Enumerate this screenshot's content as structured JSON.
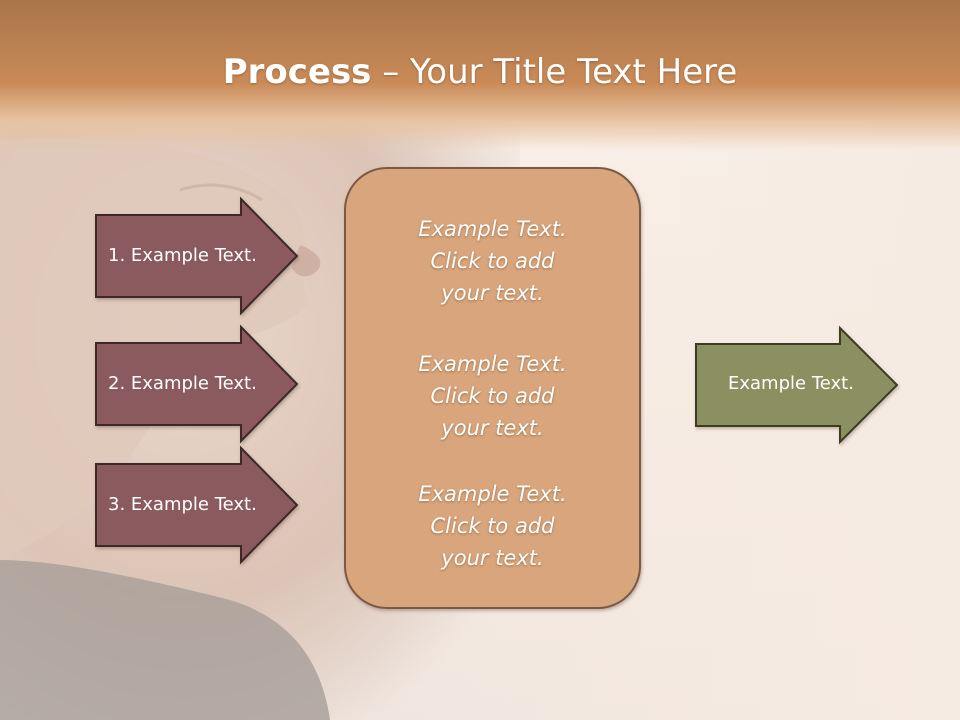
{
  "slide": {
    "title_bold": "Process",
    "title_rest": " – Your Title Text Here",
    "colors": {
      "header": "#c98a57",
      "input_arrow": "#8b5a5f",
      "center_box": "#d8a57c",
      "output_arrow": "#8c8f60"
    }
  },
  "inputs": [
    {
      "label": "1. Example Text."
    },
    {
      "label": "2. Example Text."
    },
    {
      "label": "3. Example Text."
    }
  ],
  "center_box": {
    "blocks": [
      "Example Text.\nClick  to add\nyour text.",
      "Example Text.\nClick  to add\nyour text.",
      "Example Text.\nClick  to add\nyour text."
    ]
  },
  "output": {
    "label": "Example Text."
  }
}
